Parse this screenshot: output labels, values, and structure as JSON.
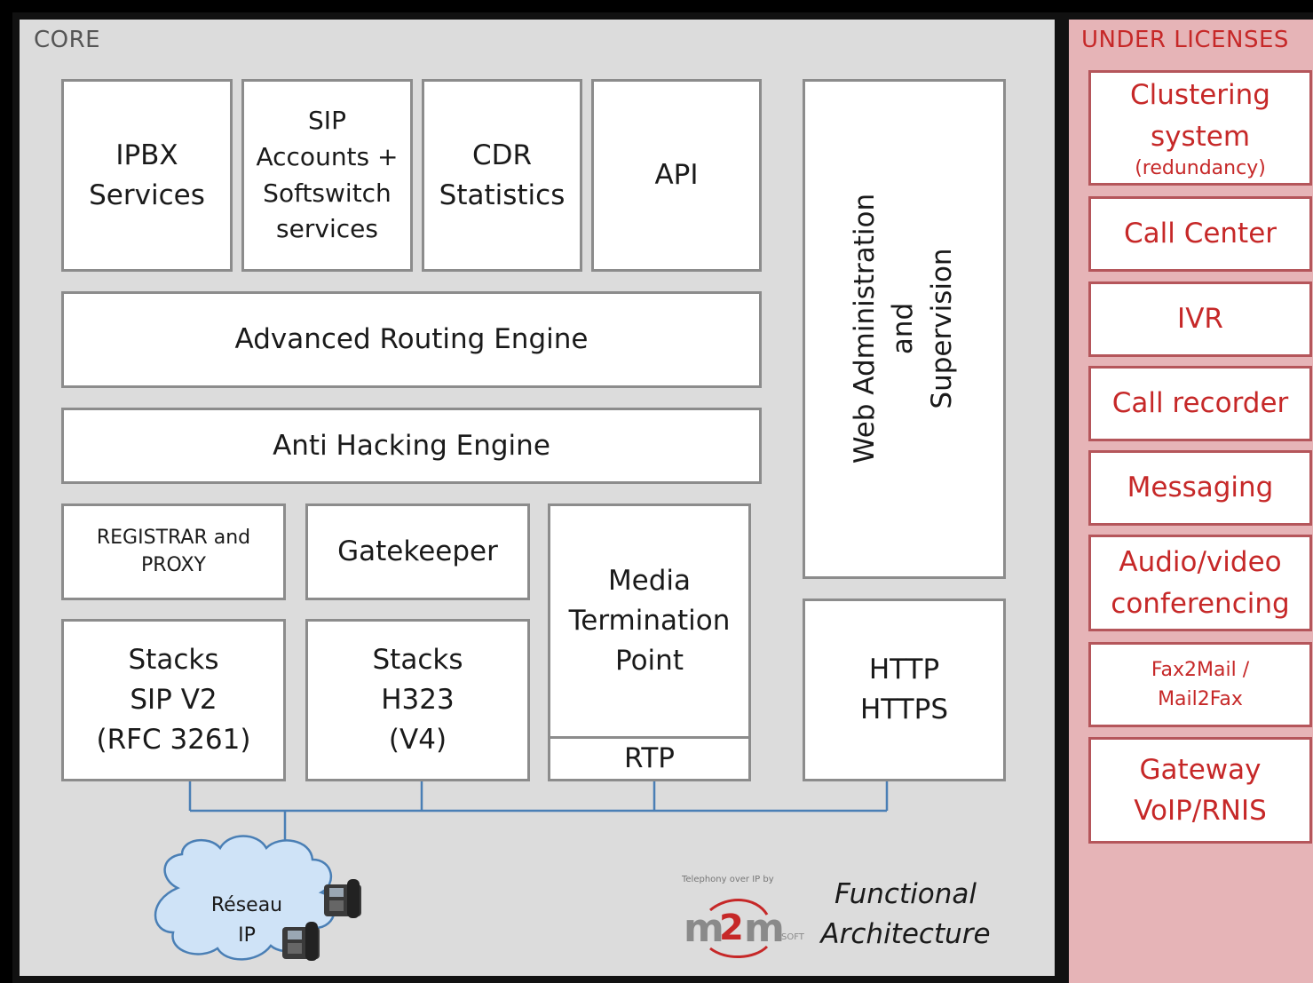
{
  "core": {
    "label": "CORE",
    "boxes": {
      "ipbx": "IPBX\nServices",
      "sip_accounts": "SIP\nAccounts +\nSoftswitch\nservices",
      "cdr": "CDR\nStatistics",
      "api": "API",
      "routing": "Advanced Routing Engine",
      "antihacking": "Anti Hacking Engine",
      "registrar": "REGISTRAR and\nPROXY",
      "gatekeeper": "Gatekeeper",
      "media": "Media\nTermination\nPoint",
      "rtp": "RTP",
      "stacks_sip": "Stacks\nSIP V2\n(RFC 3261)",
      "stacks_h323": "Stacks\nH323\n(V4)",
      "web_admin": "Web Administration\nand\nSupervision",
      "http": "HTTP\nHTTPS"
    },
    "network": "Réseau\nIP",
    "logo_tagline": "Telephony over IP by",
    "logo_text": "m2m",
    "logo_suffix": "SOFT",
    "footer_title": "Functional\nArchitecture"
  },
  "licenses": {
    "label": "UNDER LICENSES",
    "items": [
      {
        "label": "Clustering\nsystem",
        "sub": "(redundancy)"
      },
      {
        "label": "Call Center"
      },
      {
        "label": "IVR"
      },
      {
        "label": "Call recorder"
      },
      {
        "label": "Messaging"
      },
      {
        "label": "Audio/video\nconferencing"
      },
      {
        "label": "Fax2Mail /\nMail2Fax"
      },
      {
        "label": "Gateway\nVoIP/RNIS"
      }
    ]
  },
  "colors": {
    "core_bg": "#dcdcdc",
    "licenses_bg": "#e6b4b7",
    "license_text": "#c62828",
    "connector": "#4a7fb5"
  }
}
